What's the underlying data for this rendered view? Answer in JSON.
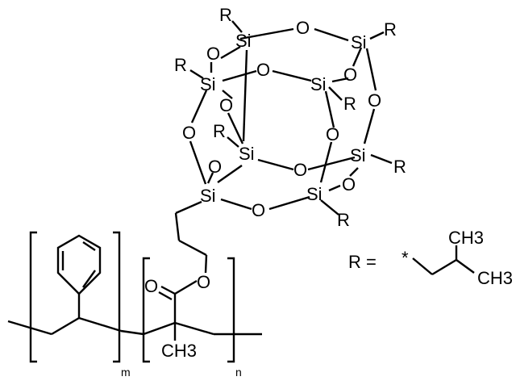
{
  "atoms": {
    "si": "Si",
    "o": "O",
    "r": "R"
  },
  "polymer": {
    "methyl": "CH3",
    "subscript_m": "m",
    "subscript_n": "n"
  },
  "legend": {
    "r_equals": "R =",
    "attachment_mark": "*",
    "ch3": "CH3"
  }
}
